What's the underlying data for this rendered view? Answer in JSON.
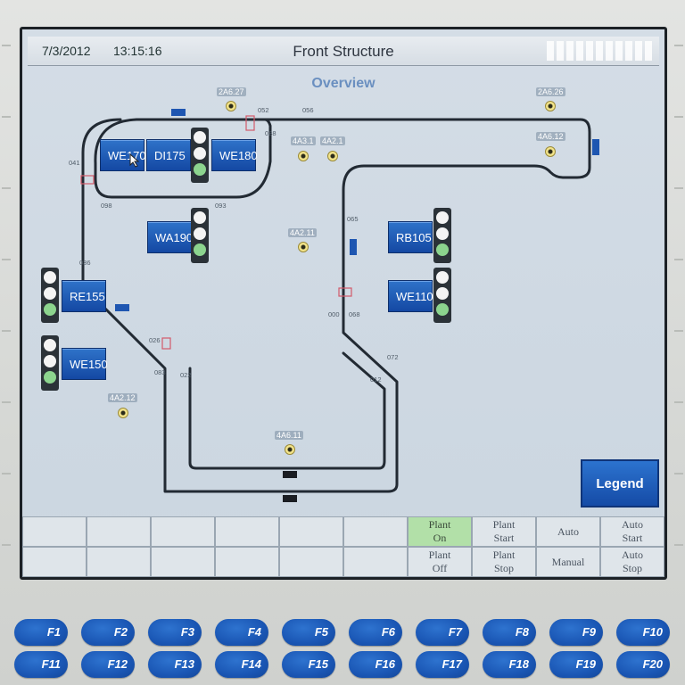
{
  "header": {
    "date": "7/3/2012",
    "time": "13:15:16",
    "title": "Front Structure"
  },
  "view": {
    "subtitle": "Overview"
  },
  "sensors": [
    "2A6.27",
    "2A6.26",
    "4A3.1",
    "4A2.1",
    "4A6.12",
    "4A2.11",
    "4A2.12",
    "4A6.11"
  ],
  "track_labels": [
    "052",
    "056",
    "088",
    "041",
    "098",
    "093",
    "065",
    "036",
    "026",
    "083",
    "022",
    "000",
    "068",
    "072",
    "012"
  ],
  "stations": [
    "WE170",
    "DI175",
    "WE180",
    "WA190",
    "RB105",
    "RE155",
    "WE110",
    "WE150"
  ],
  "legend_label": "Legend",
  "controls": {
    "plant_on": "Plant\nOn",
    "plant_start": "Plant\nStart",
    "auto": "Auto",
    "auto_start": "Auto\nStart",
    "plant_off": "Plant\nOff",
    "plant_stop": "Plant\nStop",
    "manual": "Manual",
    "auto_stop": "Auto\nStop"
  },
  "fkeys": [
    "F1",
    "F2",
    "F3",
    "F4",
    "F5",
    "F6",
    "F7",
    "F8",
    "F9",
    "F10",
    "F11",
    "F12",
    "F13",
    "F14",
    "F15",
    "F16",
    "F17",
    "F18",
    "F19",
    "F20"
  ],
  "colors": {
    "station_blue": "#1448a3",
    "lamp_green": "#8cd48e",
    "active_cell": "#b2e0a8"
  }
}
